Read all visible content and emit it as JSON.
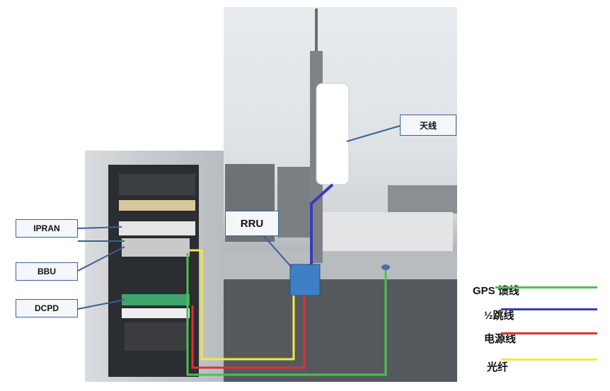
{
  "labels": {
    "ipran": "IPRAN",
    "bbu": "BBU",
    "dcpd": "DCPD",
    "rru": "RRU",
    "antenna": "天线"
  },
  "legend": [
    {
      "label": "GPS 馈线",
      "color": "#4cc24c"
    },
    {
      "label": "½跳线",
      "color": "#3a3ab8"
    },
    {
      "label": "电源线",
      "color": "#e03030"
    },
    {
      "label": "光纤",
      "color": "#f2ea3a"
    }
  ]
}
